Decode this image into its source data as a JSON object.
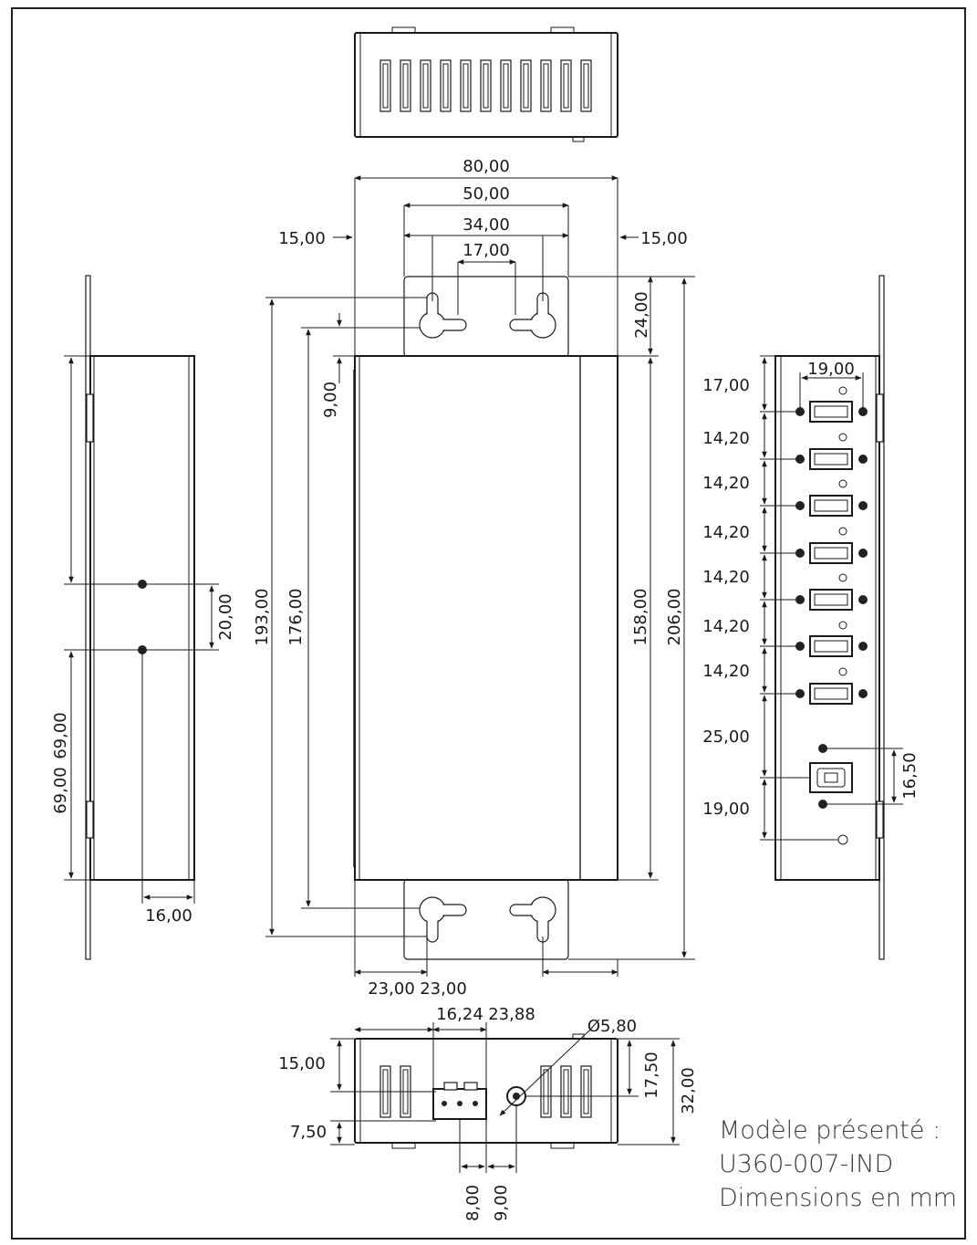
{
  "top_view": {
    "width": "80,00",
    "hole_span": "50,00",
    "slot_span": "34,00",
    "slot_inner": "17,00",
    "left_margin": "15,00",
    "right_margin": "15,00"
  },
  "front_view": {
    "flange_height": "24,00",
    "body_offset": "9,00",
    "total_hole_height": "193,00",
    "inner_hole_height": "176,00",
    "body_height": "158,00",
    "total_height": "206,00",
    "bottom_left": "23,00",
    "bottom_right": "23,00"
  },
  "left_view": {
    "hole_gap": "20,00",
    "upper_length": "69,00",
    "lower_length": "69,00",
    "depth": "16,00"
  },
  "right_view": {
    "port_width": "19,00",
    "first_spacing": "17,00",
    "spacings": [
      "14,20",
      "14,20",
      "14,20",
      "14,20",
      "14,20",
      "14,20"
    ],
    "usb_b_offset": "25,00",
    "bottom_offset": "19,00",
    "usb_b_hole_span": "16,50"
  },
  "bottom_view": {
    "connector_width": "16,24",
    "connector_right": "23,88",
    "jack_diameter": "Ø5,80",
    "left_top": "15,00",
    "left_bottom": "7,50",
    "right_mid": "17,50",
    "right_total": "32,00",
    "bottom_a": "8,00",
    "bottom_b": "9,00"
  },
  "note": {
    "line1": "Modèle présenté :",
    "line2": "U360-007-IND",
    "line3": "Dimensions en mm"
  }
}
